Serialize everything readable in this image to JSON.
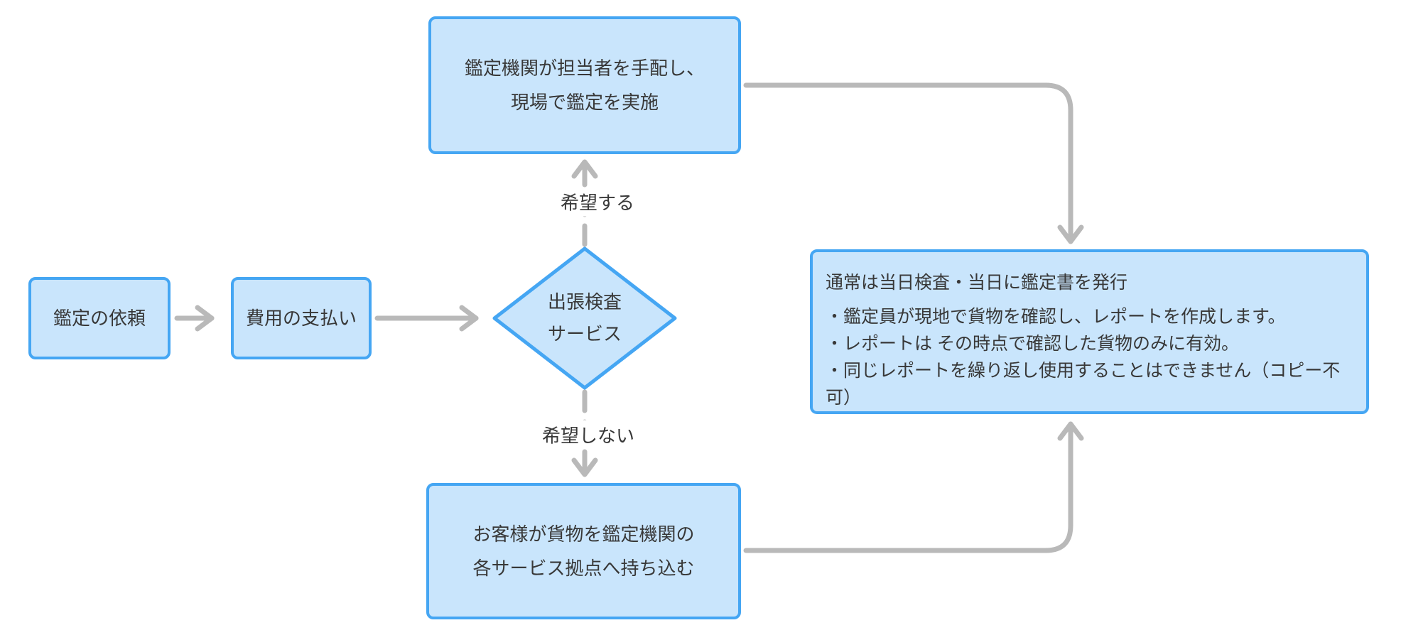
{
  "diagram": {
    "nodes": {
      "request": {
        "label": "鑑定の依頼"
      },
      "payment": {
        "label": "費用の支払い"
      },
      "decision": {
        "line1": "出張検査",
        "line2": "サービス"
      },
      "onsite": {
        "line1": "鑑定機関が担当者を手配し、",
        "line2": "現場で鑑定を実施"
      },
      "bringin": {
        "line1": "お客様が貨物を鑑定機関の",
        "line2": "各サービス拠点へ持ち込む"
      },
      "result": {
        "title": "通常は当日検査・当日に鑑定書を発行",
        "bullets": [
          "・鑑定員が現地で貨物を確認し、レポートを作成します。",
          "・レポートは その時点で確認した貨物のみに有効。",
          "・同じレポートを繰り返し使用することはできません（コピー不可）"
        ]
      }
    },
    "edge_labels": {
      "yes": "希望する",
      "no": "希望しない"
    },
    "colors": {
      "node_fill": "#c9e5fc",
      "node_border": "#45a6f3",
      "connector": "#b9b9b9",
      "text": "#383838"
    }
  }
}
